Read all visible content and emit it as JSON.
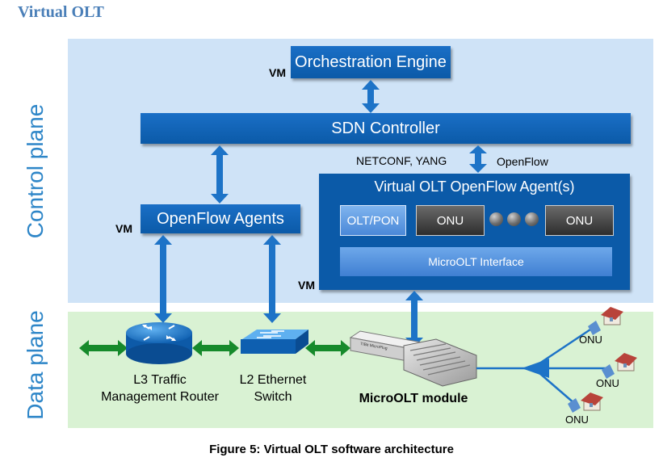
{
  "heading": "Virtual OLT",
  "control_plane_label": "Control plane",
  "data_plane_label": "Data plane",
  "orchestration": {
    "label": "Orchestration Engine",
    "vm": "VM"
  },
  "sdn_controller": "SDN Controller",
  "protocols": {
    "left": "NETCONF, YANG",
    "right": "OpenFlow"
  },
  "openflow_agents": {
    "label": "OpenFlow Agents",
    "vm": "VM"
  },
  "virtual_agent": {
    "title": "Virtual OLT OpenFlow Agent(s)",
    "vm": "VM",
    "modules": [
      "OLT/PON",
      "ONU",
      "ONU"
    ],
    "interface": "MicroOLT Interface"
  },
  "data_plane": {
    "router": [
      "L3 Traffic",
      "Management Router"
    ],
    "switch": [
      "L2 Ethernet",
      "Switch"
    ],
    "microolt": "MicroOLT module",
    "module_print": "TIBit MicroPlug",
    "onus": [
      "ONU",
      "ONU",
      "ONU"
    ]
  },
  "caption": "Figure 5: Virtual OLT software architecture",
  "colors": {
    "box_blue": "#0b5aa8",
    "arrow_blue": "#1d73c7",
    "arrow_green": "#168a2b",
    "control_bg": "#cfe3f7",
    "data_bg": "#d9f2d3",
    "label_blue": "#2e86c8"
  }
}
